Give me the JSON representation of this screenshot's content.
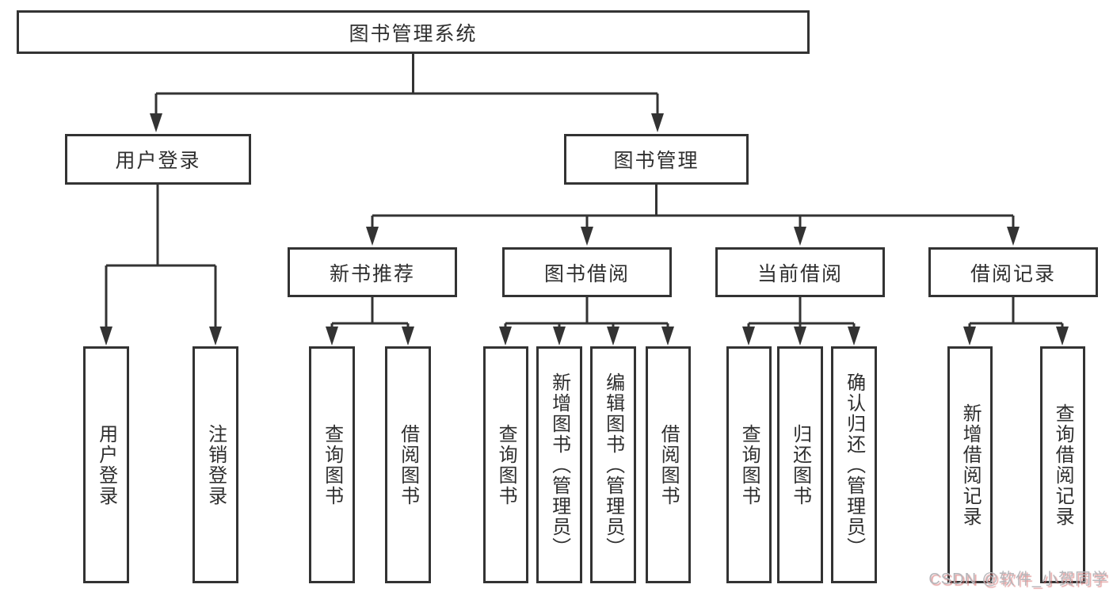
{
  "diagram_type": "hierarchy-tree",
  "colors": {
    "line": "#333333",
    "box_border": "#333333",
    "text": "#2f2f2f",
    "background": "#ffffff",
    "watermark_gray": "#b6b6ba",
    "watermark_red_shadow": "#d66e6e"
  },
  "nodes": {
    "root": {
      "label": "图书管理系统"
    },
    "user_login": {
      "label": "用户登录"
    },
    "book_mgmt": {
      "label": "图书管理"
    },
    "new_book_rec": {
      "label": "新书推荐"
    },
    "book_borrow": {
      "label": "图书借阅"
    },
    "current_borrow": {
      "label": "当前借阅"
    },
    "borrow_record": {
      "label": "借阅记录"
    },
    "leaf_user_login": {
      "label": "用户登录"
    },
    "leaf_logout": {
      "label": "注销登录"
    },
    "leaf_rec_query_book": {
      "label": "查询图书"
    },
    "leaf_rec_borrow_book": {
      "label": "借阅图书"
    },
    "leaf_bb_query_book": {
      "label": "查询图书"
    },
    "leaf_bb_add_book": {
      "label": "新增图书（管理员）"
    },
    "leaf_bb_edit_book": {
      "label": "编辑图书（管理员）"
    },
    "leaf_bb_borrow_book": {
      "label": "借阅图书"
    },
    "leaf_cb_query_book": {
      "label": "查询图书"
    },
    "leaf_cb_return_book": {
      "label": "归还图书"
    },
    "leaf_cb_confirm_return": {
      "label": "确认归还（管理员）"
    },
    "leaf_br_add_record": {
      "label": "新增借阅记录"
    },
    "leaf_br_query_record": {
      "label": "查询借阅记录"
    }
  },
  "watermark": "CSDN @软件_小贺同学"
}
